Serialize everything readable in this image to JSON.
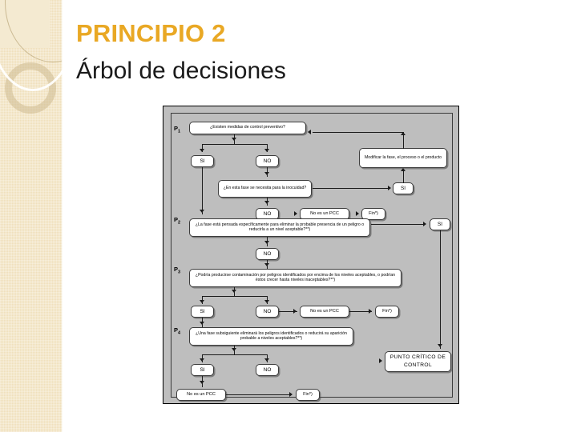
{
  "slide": {
    "title": "PRINCIPIO 2",
    "subtitle": "Árbol de decisiones",
    "title_color": "#e9a824",
    "band_color": "#f0e0bb",
    "diagram_bg": "#bebebe"
  },
  "diagram": {
    "name": "arbol-de-decisiones",
    "stage_labels": [
      {
        "id": "P1",
        "text": "P",
        "sub": "1"
      },
      {
        "id": "P2",
        "text": "P",
        "sub": "2"
      },
      {
        "id": "P3",
        "text": "P",
        "sub": "3"
      },
      {
        "id": "P4",
        "text": "P",
        "sub": "4"
      }
    ],
    "questions": [
      {
        "id": "q1",
        "label": "¿Existen medidas de control preventivo?"
      },
      {
        "id": "q1b",
        "label": "¿En esta fase se necesita para la inocuidad?"
      },
      {
        "id": "q2",
        "label": "¿La fase está pensada específicamente para eliminar la probable presencia de un peligro o reducirla a un nivel aceptable?**)"
      },
      {
        "id": "q3",
        "label": "¿Podría producirse contaminación por peligros identificados por encima de los niveles aceptables, o podrían éstos crecer hasta niveles inaceptables?**)"
      },
      {
        "id": "q4",
        "label": "¿Una fase subsiguiente eliminará los peligros identificados o reducirá su aparición probable a niveles aceptables?**)"
      }
    ],
    "answers": {
      "yes": "SI",
      "no": "NO"
    },
    "terminals": {
      "modify": "Modificar la fase, el proceso o el producto",
      "not_ccp": "No es un PCC",
      "end": "Fin*)",
      "ccp": "PUNTO CRÍTICO DE CONTROL"
    },
    "nodes": [
      {
        "key": "n_q1",
        "type": "question",
        "text": "¿Existen medidas de control preventivo?"
      },
      {
        "key": "n_si_1",
        "type": "answer",
        "text": "SI"
      },
      {
        "key": "n_no_1",
        "type": "answer",
        "text": "NO"
      },
      {
        "key": "n_q1b",
        "type": "question",
        "text": "¿En esta fase se necesita para la inocuidad?"
      },
      {
        "key": "n_modify",
        "type": "terminal",
        "text": "Modificar la fase, el proceso o el producto"
      },
      {
        "key": "n_si_1b",
        "type": "answer",
        "text": "SI"
      },
      {
        "key": "n_no_1b",
        "type": "answer",
        "text": "NO"
      },
      {
        "key": "n_npcc_1",
        "type": "terminal",
        "text": "No es un PCC"
      },
      {
        "key": "n_fin_1",
        "type": "terminal",
        "text": "Fin*)"
      },
      {
        "key": "n_q2",
        "type": "question",
        "text": "¿La fase está pensada específicamente para eliminar la probable presencia de un peligro o reducirla a un nivel aceptable?**)"
      },
      {
        "key": "n_si_2",
        "type": "answer",
        "text": "SI"
      },
      {
        "key": "n_no_2",
        "type": "answer",
        "text": "NO"
      },
      {
        "key": "n_q3",
        "type": "question",
        "text": "¿Podría producirse contaminación por peligros identificados por encima de los niveles aceptables, o podrían éstos crecer hasta niveles inaceptables?**)"
      },
      {
        "key": "n_si_3",
        "type": "answer",
        "text": "SI"
      },
      {
        "key": "n_no_3",
        "type": "answer",
        "text": "NO"
      },
      {
        "key": "n_npcc_2",
        "type": "terminal",
        "text": "No es un PCC"
      },
      {
        "key": "n_fin_2",
        "type": "terminal",
        "text": "Fin*)"
      },
      {
        "key": "n_q4",
        "type": "question",
        "text": "¿Una fase subsiguiente eliminará los peligros identificados o reducirá su aparición probable a niveles aceptables?**)"
      },
      {
        "key": "n_si_4",
        "type": "answer",
        "text": "SI"
      },
      {
        "key": "n_no_4",
        "type": "answer",
        "text": "NO"
      },
      {
        "key": "n_npcc_3",
        "type": "terminal",
        "text": "No es un PCC"
      },
      {
        "key": "n_fin_3",
        "type": "terminal",
        "text": "Fin*)"
      },
      {
        "key": "n_ccp",
        "type": "terminal",
        "text": "PUNTO CRÍTICO DE CONTROL"
      }
    ]
  }
}
